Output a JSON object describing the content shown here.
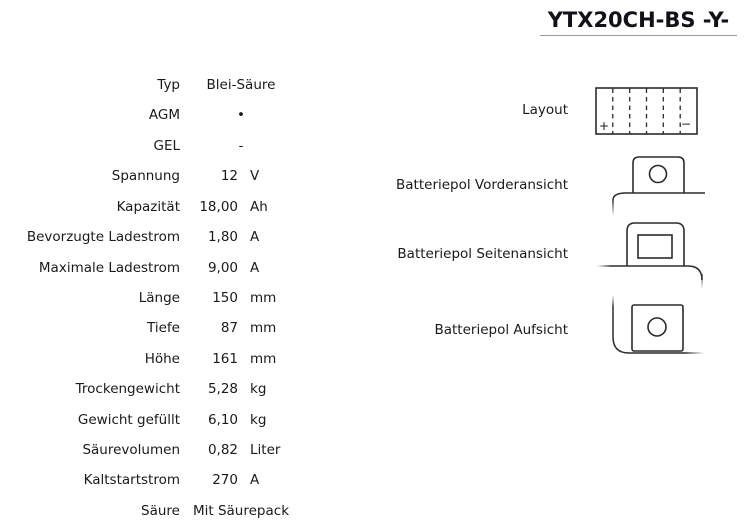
{
  "page": {
    "title": "YTX20CH-BS -Y-"
  },
  "specs": {
    "rows": [
      {
        "label": "Typ",
        "value": "Blei-Säure",
        "unit": ""
      },
      {
        "label": "AGM",
        "value": "•",
        "unit": ""
      },
      {
        "label": "GEL",
        "value": "-",
        "unit": ""
      },
      {
        "label": "Spannung",
        "value": "12",
        "unit": "V"
      },
      {
        "label": "Kapazität",
        "value": "18,00",
        "unit": "Ah"
      },
      {
        "label": "Bevorzugte Ladestrom",
        "value": "1,80",
        "unit": "A"
      },
      {
        "label": "Maximale Ladestrom",
        "value": "9,00",
        "unit": "A"
      },
      {
        "label": "Länge",
        "value": "150",
        "unit": "mm"
      },
      {
        "label": "Tiefe",
        "value": "87",
        "unit": "mm"
      },
      {
        "label": "Höhe",
        "value": "161",
        "unit": "mm"
      },
      {
        "label": "Trockengewicht",
        "value": "5,28",
        "unit": "kg"
      },
      {
        "label": "Gewicht gefüllt",
        "value": "6,10",
        "unit": "kg"
      },
      {
        "label": "Säurevolumen",
        "value": "0,82",
        "unit": "Liter"
      },
      {
        "label": "Kaltstartstrom",
        "value": "270",
        "unit": "A"
      },
      {
        "label": "Säure",
        "value": "Mit Säurepack",
        "unit": ""
      }
    ]
  },
  "diagrams": {
    "layout": {
      "label": "Layout",
      "plus": "+",
      "minus": "−",
      "cells": 6
    },
    "front": {
      "label": "Batteriepol Vorderansicht"
    },
    "side": {
      "label": "Batteriepol Seitenansicht"
    },
    "top": {
      "label": "Batteriepol Aufsicht"
    }
  },
  "colors": {
    "text": "#1a1a1a",
    "diagram_line": "#2b2b2b",
    "title_underline": "#9a9a9a",
    "background": "#ffffff"
  }
}
